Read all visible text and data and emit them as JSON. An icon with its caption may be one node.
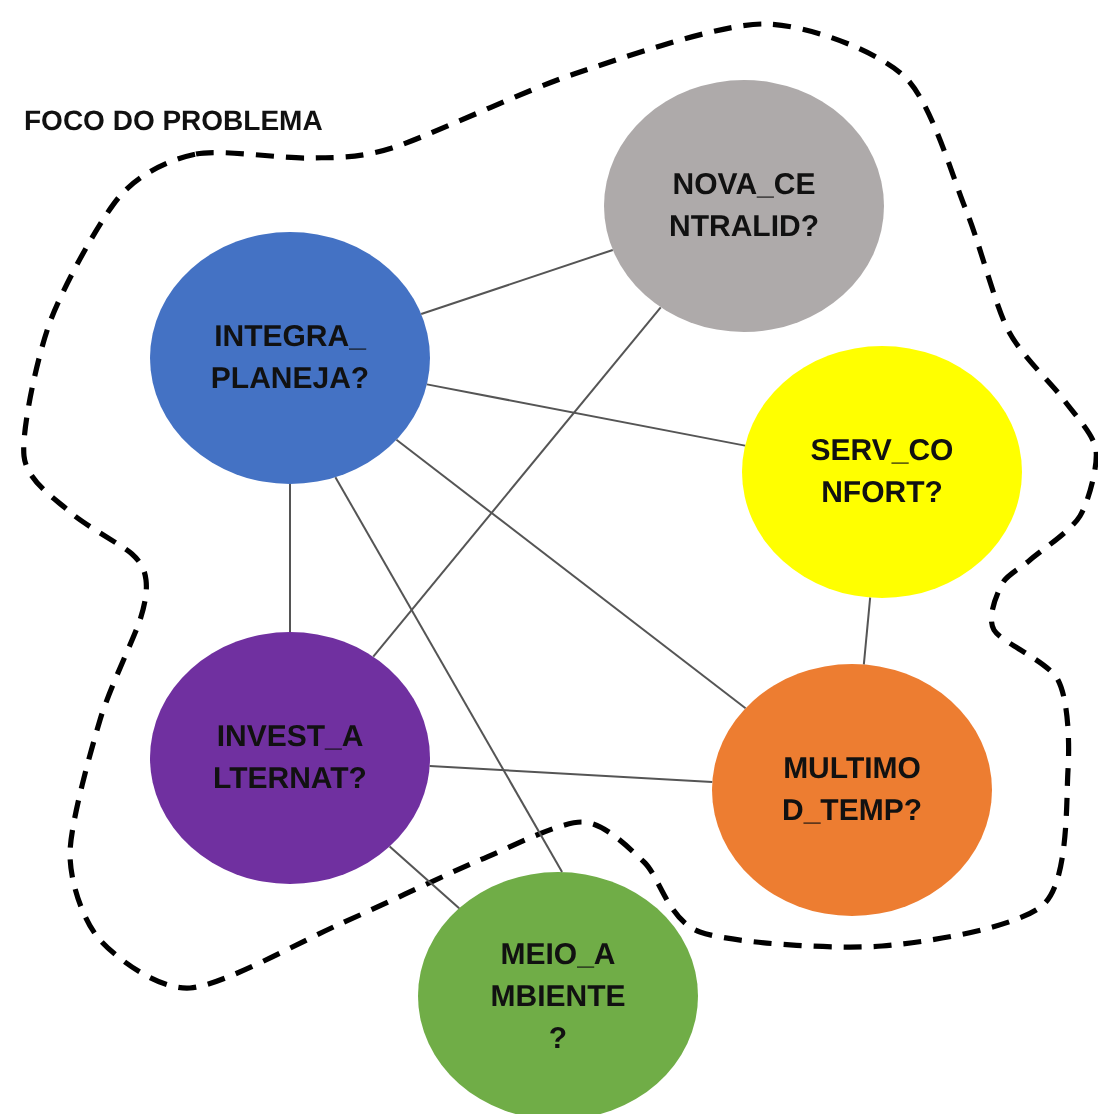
{
  "diagram": {
    "nodes": [
      {
        "text": [
          "FOCO DO PROBLEMA"
        ]
      },
      {
        "text": [
          "NOVA_CE NTRALID?"
        ],
        "in": 0
      },
      {
        "text": [
          "INTEGRA_ PLANEJA?"
        ],
        "in": 0
      },
      {
        "text": [
          "SERV_CO NFORT?"
        ],
        "in": 0
      },
      {
        "text": [
          "INVEST_A LTERNAT?"
        ],
        "in": 0
      },
      {
        "text": [
          "MULTIMO D_TEMP?"
        ],
        "in": 0
      },
      {
        "text": [
          "MEIO_A MBIENTE ?"
        ]
      }
    ],
    "edges": [
      {
        "from": 2,
        "to": 1,
        "arrow": "none"
      },
      {
        "from": 2,
        "to": 3,
        "arrow": "none"
      },
      {
        "from": 2,
        "to": 5,
        "arrow": "none"
      },
      {
        "from": 2,
        "to": 4,
        "arrow": "none"
      },
      {
        "from": 2,
        "to": 6,
        "arrow": "none"
      },
      {
        "from": 1,
        "to": 4,
        "arrow": "none"
      },
      {
        "from": 3,
        "to": 5,
        "arrow": "none"
      },
      {
        "from": 4,
        "to": 5,
        "arrow": "none"
      },
      {
        "from": 4,
        "to": 6,
        "arrow": "none"
      }
    ]
  }
}
